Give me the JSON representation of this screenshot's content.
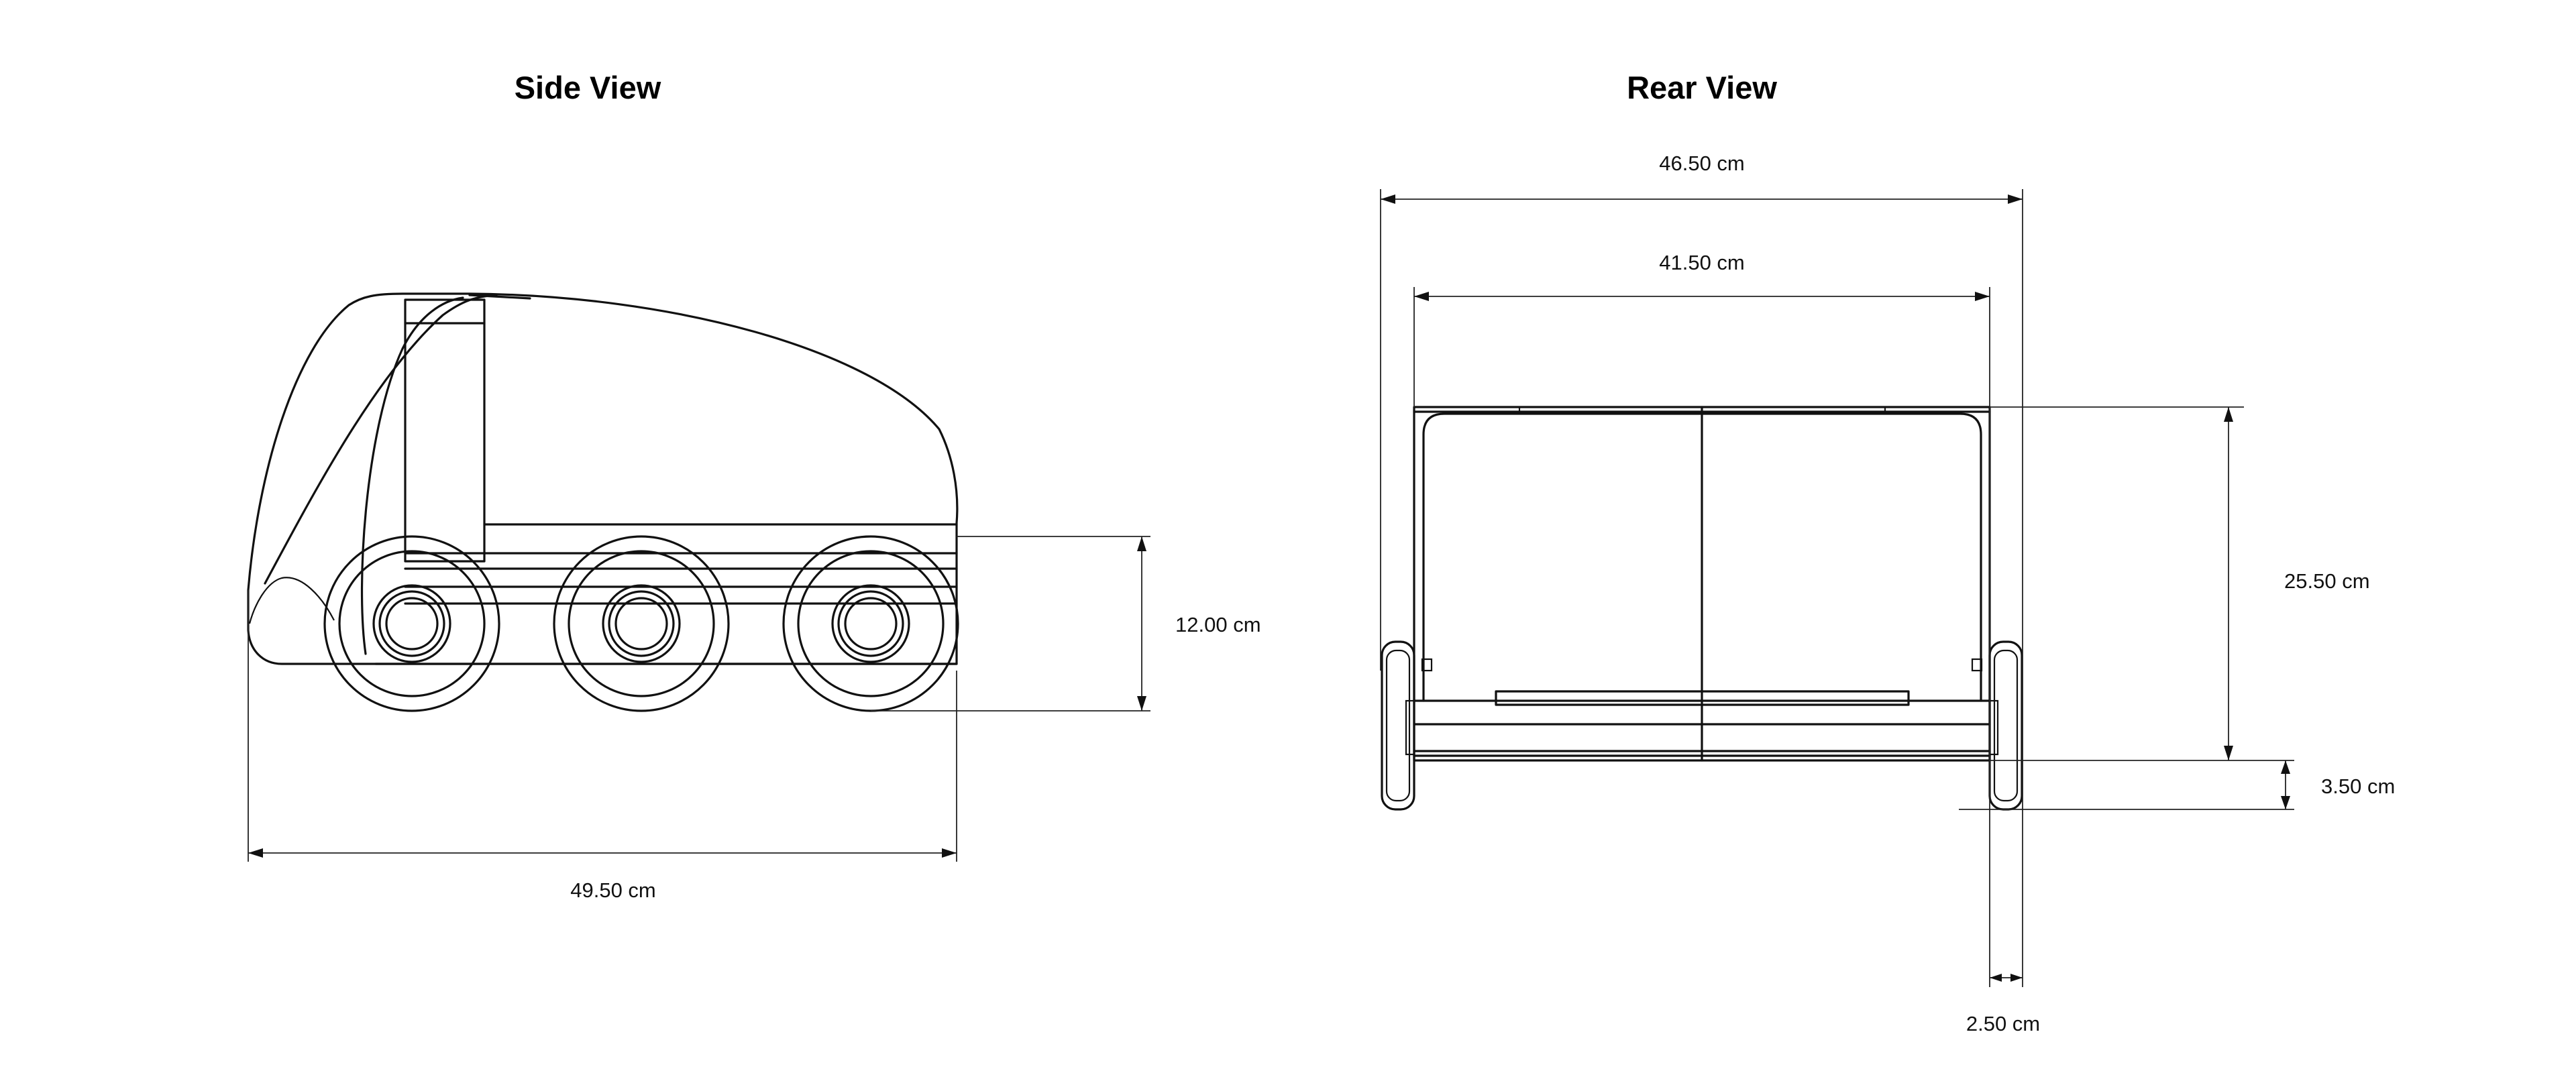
{
  "side_view": {
    "title": "Side View",
    "length_label": "49.50 cm",
    "wheel_height_label": "12.00 cm"
  },
  "rear_view": {
    "title": "Rear View",
    "outer_width_label": "46.50 cm",
    "inner_width_label": "41.50 cm",
    "body_height_label": "25.50 cm",
    "clearance_label": "3.50 cm",
    "wheel_width_label": "2.50 cm"
  }
}
